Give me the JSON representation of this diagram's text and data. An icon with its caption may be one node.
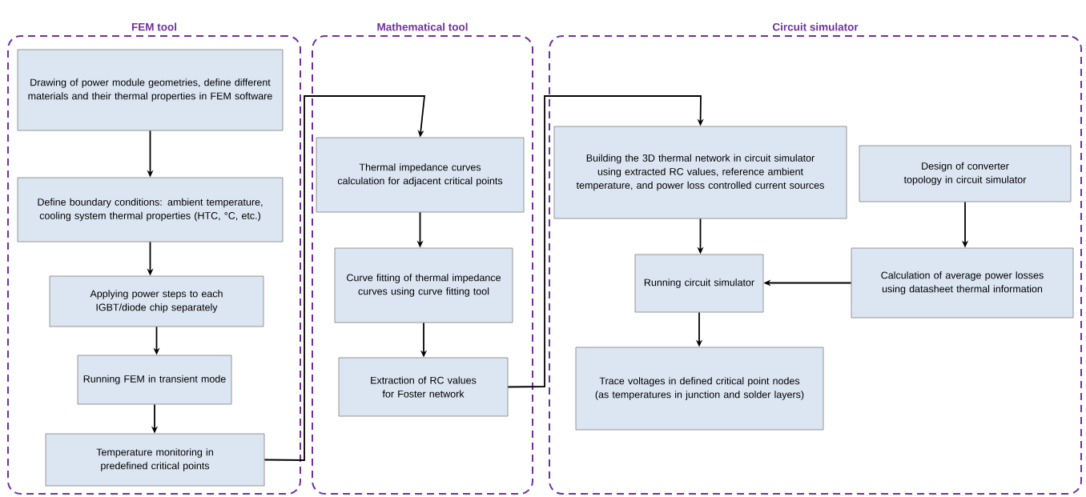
{
  "diagram": {
    "nodes": [
      {
        "text": [
          "FEM tool"
        ]
      },
      {
        "text": [
          "Mathematical tool"
        ]
      },
      {
        "text": [
          "Circuit simulator"
        ]
      },
      {
        "text": [
          "Drawing of power module geometries, define different materials and their thermal properties in FEM software"
        ],
        "in": 0
      },
      {
        "text": [
          "Define boundary conditions: ambient temperature, cooling system thermal properties (HTC, °C, etc.)"
        ],
        "in": 0
      },
      {
        "text": [
          "Applying power steps to each IGBT/diode chip separately"
        ],
        "in": 0
      },
      {
        "text": [
          "Running FEM in transient mode"
        ],
        "in": 0
      },
      {
        "text": [
          "Temperature monitoring in predefined critical points"
        ],
        "in": 0
      },
      {
        "text": [
          "Thermal impedance curves calculation for adjacent critical points"
        ],
        "in": 1
      },
      {
        "text": [
          "Curve fitting of thermal impedance curves using curve fitting tool"
        ],
        "in": 1
      },
      {
        "text": [
          "Extraction of RC values for Foster network"
        ],
        "in": 1
      },
      {
        "text": [
          "Building the 3D thermal network in circuit simulator using extracted RC values, reference ambient temperature, and power loss controlled current sources"
        ],
        "in": 2
      },
      {
        "text": [
          "Design of converter topology in circuit simulator"
        ],
        "in": 2
      },
      {
        "text": [
          "Running circuit simulator"
        ],
        "in": 2
      },
      {
        "text": [
          "Calculation of average power losses using datasheet thermal information"
        ],
        "in": 2
      },
      {
        "text": [
          "Trace voltages in defined critical point nodes (as temperatures in junction and solder layers)"
        ],
        "in": 2
      }
    ],
    "edges": [
      {
        "from": 3,
        "to": 4,
        "arrow": "to"
      },
      {
        "from": 4,
        "to": 5,
        "arrow": "to"
      },
      {
        "from": 5,
        "to": 6,
        "arrow": "to"
      },
      {
        "from": 6,
        "to": 7,
        "arrow": "to"
      },
      {
        "from": 7,
        "to": 8,
        "arrow": "to"
      },
      {
        "from": 8,
        "to": 9,
        "arrow": "to"
      },
      {
        "from": 9,
        "to": 10,
        "arrow": "to"
      },
      {
        "from": 10,
        "to": 11,
        "arrow": "to"
      },
      {
        "from": 11,
        "to": 13,
        "arrow": "to"
      },
      {
        "from": 12,
        "to": 14,
        "arrow": "to"
      },
      {
        "from": 14,
        "to": 13,
        "arrow": "to"
      },
      {
        "from": 13,
        "to": 15,
        "arrow": "to"
      }
    ]
  }
}
